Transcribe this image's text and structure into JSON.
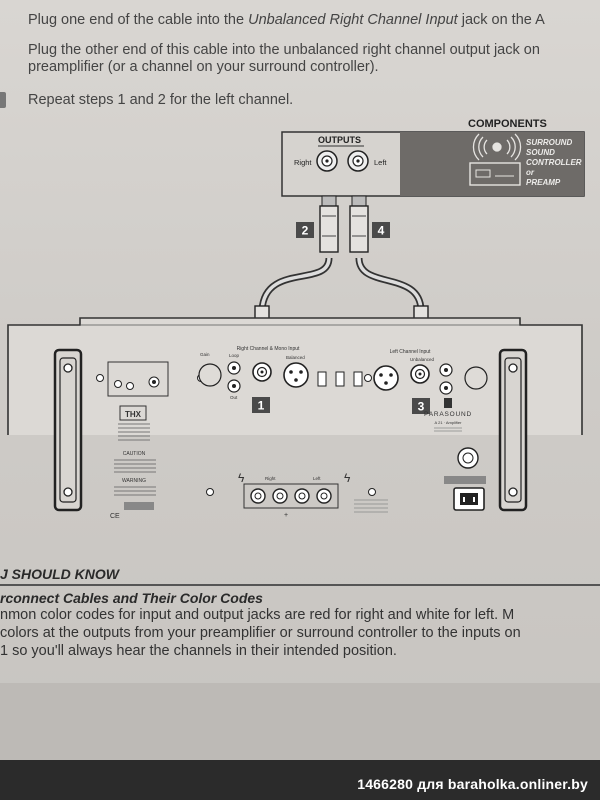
{
  "instructions": {
    "line1_pre": "Plug one end of the cable into the ",
    "line1_em": "Unbalanced Right Channel Input",
    "line1_post": " jack on the A",
    "line2a": "Plug the other end of this cable into the unbalanced right channel output jack on",
    "line2b": "preamplifier (or a channel on your surround controller).",
    "line3": "Repeat steps 1 and 2 for the left channel."
  },
  "components": {
    "title": "COMPONENTS",
    "outputs_label": "OUTPUTS",
    "right_label": "Right",
    "left_label": "Left",
    "device_lines": [
      "SURROUND",
      "SOUND",
      "CONTROLLER",
      "or",
      "PREAMP"
    ]
  },
  "steps": {
    "s1": "1",
    "s2": "2",
    "s3": "3",
    "s4": "4"
  },
  "amp": {
    "right_input": "Right Channel & Mono Input",
    "left_input": "Left Channel Input",
    "unbalanced": "Unbalanced",
    "balanced": "Balanced",
    "gain": "Gain",
    "loop": "Loop",
    "out": "Out",
    "brand": "PARASOUND",
    "model": "A 21 · Amplifier",
    "caution": "CAUTION",
    "warning": "WARNING",
    "thx": "THX",
    "speaker_right": "Right",
    "speaker_left": "Left",
    "ce": "CE"
  },
  "section": {
    "heading": "J SHOULD KNOW",
    "subheading": "rconnect Cables and Their Color Codes",
    "lines": [
      "nmon color codes for input and output jacks are red for right and white for left. M",
      " colors at the outputs from your preamplifier or surround controller to the inputs on",
      "1 so you'll always hear the channels in their intended position."
    ]
  },
  "watermark": "1466280 для baraholka.onliner.by"
}
